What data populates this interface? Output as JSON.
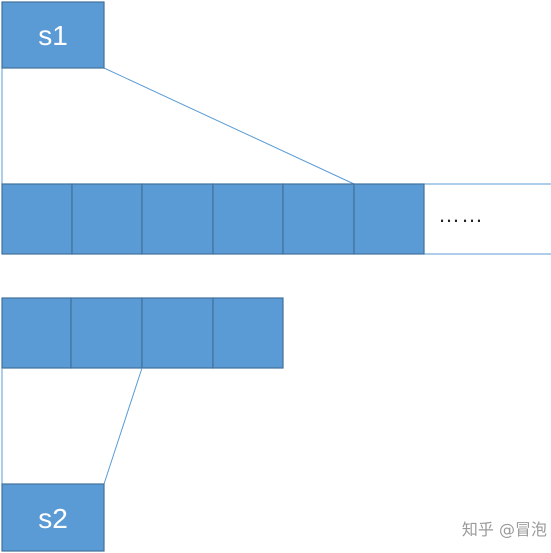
{
  "colors": {
    "cell_fill": "#5B9BD5",
    "cell_stroke": "#41719C",
    "line": "#5B9BD5",
    "outline": "#5B9BD5"
  },
  "s1": {
    "label": "s1"
  },
  "s2": {
    "label": "s2"
  },
  "array1": {
    "cells": 6,
    "continuation": "……"
  },
  "array2": {
    "cells": 4
  },
  "watermark": "知乎 @冒泡"
}
